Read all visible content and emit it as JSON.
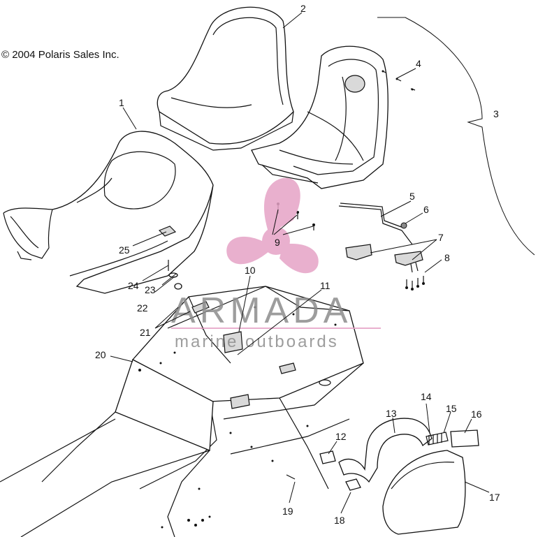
{
  "copyright": "© 2004 Polaris Sales Inc.",
  "watermark": {
    "brand": "ARMADA",
    "tagline": "marine outboards",
    "logo_color": "#e6a3c6",
    "text_color": "#8c8c8c"
  },
  "callouts": [
    {
      "id": "c1",
      "label": "1"
    },
    {
      "id": "c2",
      "label": "2"
    },
    {
      "id": "c3",
      "label": "3"
    },
    {
      "id": "c4",
      "label": "4"
    },
    {
      "id": "c5",
      "label": "5"
    },
    {
      "id": "c6",
      "label": "6"
    },
    {
      "id": "c7",
      "label": "7"
    },
    {
      "id": "c8",
      "label": "8"
    },
    {
      "id": "c9",
      "label": "9"
    },
    {
      "id": "c10",
      "label": "10"
    },
    {
      "id": "c11",
      "label": "11"
    },
    {
      "id": "c12",
      "label": "12"
    },
    {
      "id": "c13",
      "label": "13"
    },
    {
      "id": "c14",
      "label": "14"
    },
    {
      "id": "c15",
      "label": "15"
    },
    {
      "id": "c16",
      "label": "16"
    },
    {
      "id": "c17",
      "label": "17"
    },
    {
      "id": "c18",
      "label": "18"
    },
    {
      "id": "c19",
      "label": "19"
    },
    {
      "id": "c20",
      "label": "20"
    },
    {
      "id": "c21",
      "label": "21"
    },
    {
      "id": "c22",
      "label": "22"
    },
    {
      "id": "c23",
      "label": "23"
    },
    {
      "id": "c24",
      "label": "24"
    },
    {
      "id": "c25",
      "label": "25"
    }
  ]
}
